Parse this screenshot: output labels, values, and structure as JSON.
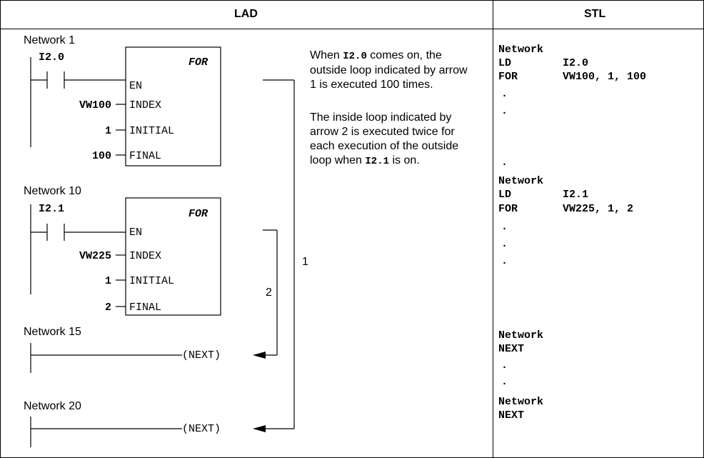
{
  "header": {
    "lad": "LAD",
    "stl": "STL"
  },
  "lad": {
    "net1": {
      "label": "Network 1",
      "contact": "I2.0",
      "box_title": "FOR",
      "pins": [
        "EN",
        "INDEX",
        "INITIAL",
        "FINAL"
      ],
      "index_val": "VW100",
      "initial_val": "1",
      "final_val": "100"
    },
    "net10": {
      "label": "Network 10",
      "contact": "I2.1",
      "box_title": "FOR",
      "pins": [
        "EN",
        "INDEX",
        "INITIAL",
        "FINAL"
      ],
      "index_val": "VW225",
      "initial_val": "1",
      "final_val": "2"
    },
    "net15": {
      "label": "Network 15",
      "coil": "(NEXT)"
    },
    "net20": {
      "label": "Network 20",
      "coil": "(NEXT)"
    },
    "arrow_label_outer": "1",
    "arrow_label_inner": "2",
    "description": {
      "p1_a": "When ",
      "p1_code": "I2.0",
      "p1_b": " comes on, the outside loop indicated by arrow 1 is executed 100 times.",
      "p2_a": "The inside loop indicated by arrow 2 is executed twice for each execution of the outside loop when ",
      "p2_code": "I2.1",
      "p2_b": " is on."
    }
  },
  "stl": {
    "block1": {
      "network": "Network",
      "ld": "LD",
      "ld_op": "I2.0",
      "for": "FOR",
      "for_op": "VW100, 1, 100",
      "dots": [
        ".",
        ".",
        "."
      ]
    },
    "block2": {
      "network": "Network",
      "ld": "LD",
      "ld_op": "I2.1",
      "for": "FOR",
      "for_op": "VW225, 1, 2",
      "dots": [
        ".",
        ".",
        "."
      ]
    },
    "block3": {
      "network": "Network",
      "next": "NEXT",
      "dots": [
        ".",
        "."
      ]
    },
    "block4": {
      "network": "Network",
      "next": "NEXT"
    }
  }
}
